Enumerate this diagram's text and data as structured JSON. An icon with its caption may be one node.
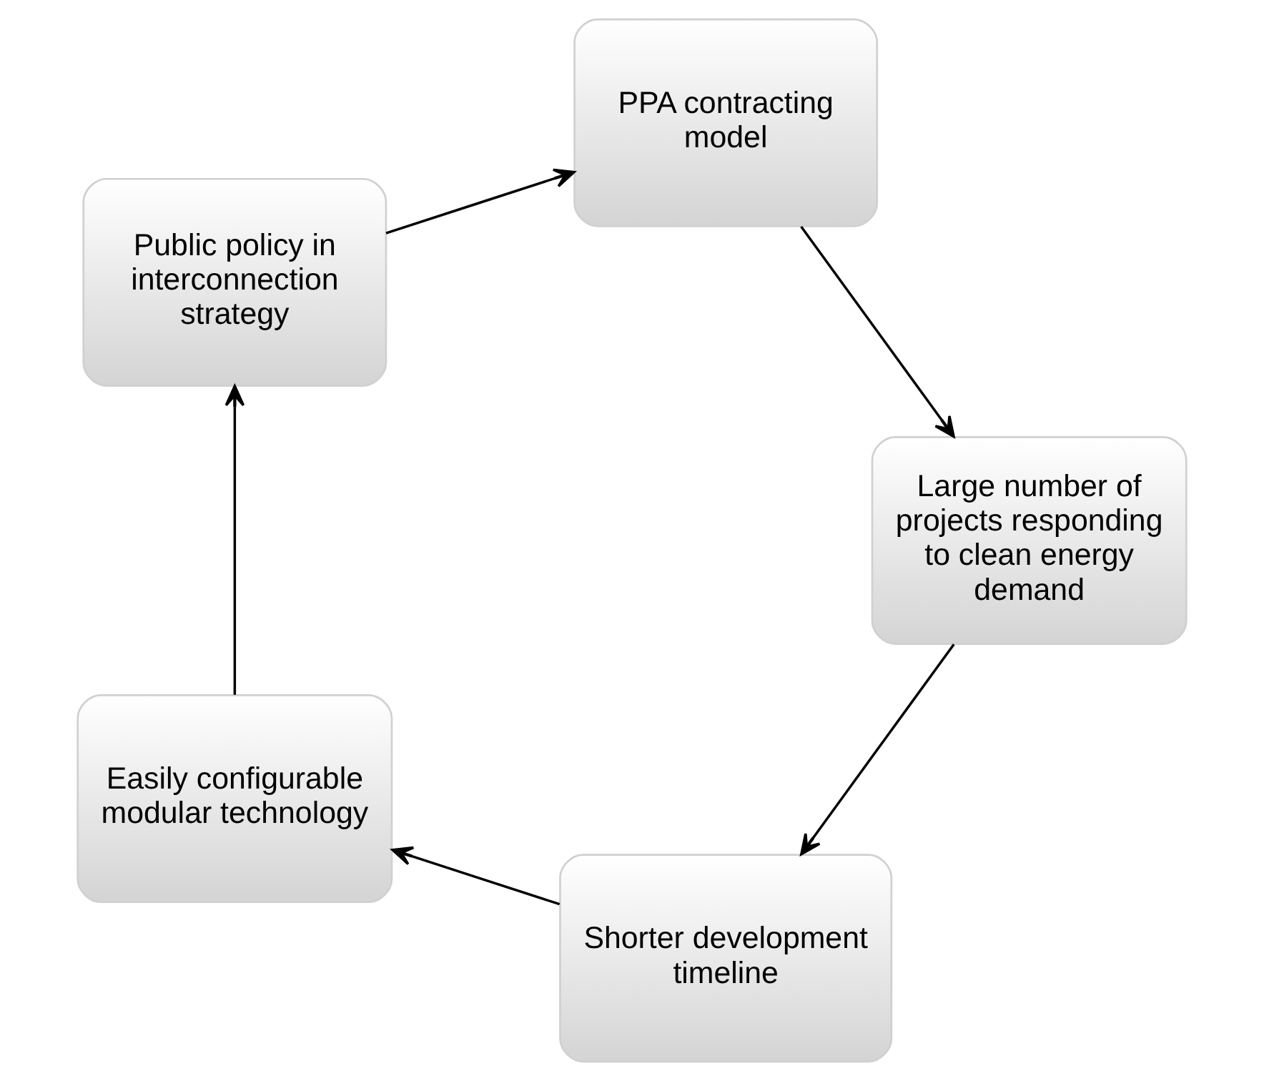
{
  "diagram": {
    "nodes": [
      {
        "text": [
          "Shorter development timeline"
        ]
      },
      {
        "text": [
          "Easily configurable modular technology"
        ]
      },
      {
        "text": [
          "Public policy in interconnection strategy"
        ]
      },
      {
        "text": [
          "PPA contracting model"
        ]
      },
      {
        "text": [
          "Large number of projects responding to clean energy demand"
        ]
      }
    ],
    "edges": [
      {
        "from": 0,
        "to": 1,
        "arrow": "to"
      },
      {
        "from": 1,
        "to": 2,
        "arrow": "to"
      },
      {
        "from": 2,
        "to": 3,
        "arrow": "to"
      },
      {
        "from": 3,
        "to": 4,
        "arrow": "to"
      },
      {
        "from": 4,
        "to": 0,
        "arrow": "to"
      }
    ]
  }
}
